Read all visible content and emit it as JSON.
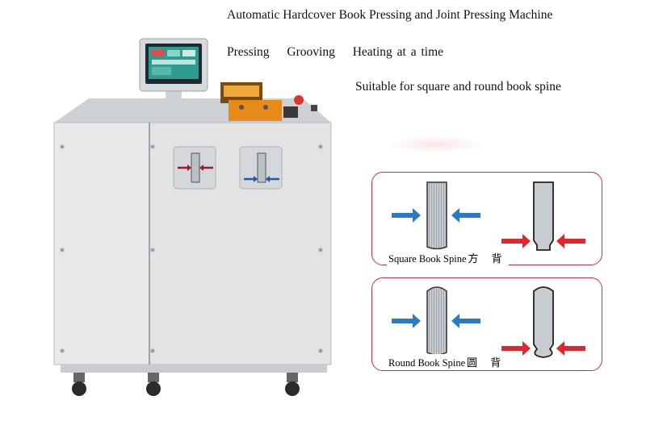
{
  "headline": {
    "title": "Automatic Hardcover Book Pressing and Joint Pressing Machine",
    "features": [
      "Pressing",
      "Grooving",
      "Heating at a time"
    ],
    "suitable": "Suitable for square and round book spine"
  },
  "panels": {
    "square": {
      "caption": "Square Book Spine",
      "cjk": "方 背"
    },
    "round": {
      "caption": "Round Book Spine",
      "cjk": "圆 背"
    }
  },
  "colors": {
    "panel_border": "#c8313a",
    "arrow_blue": "#2a7bc6",
    "arrow_red": "#e0262f",
    "machine_body": "#e3e5e7",
    "hmi_screen": "#2f9c92",
    "heater_orange": "#e88a1a"
  }
}
